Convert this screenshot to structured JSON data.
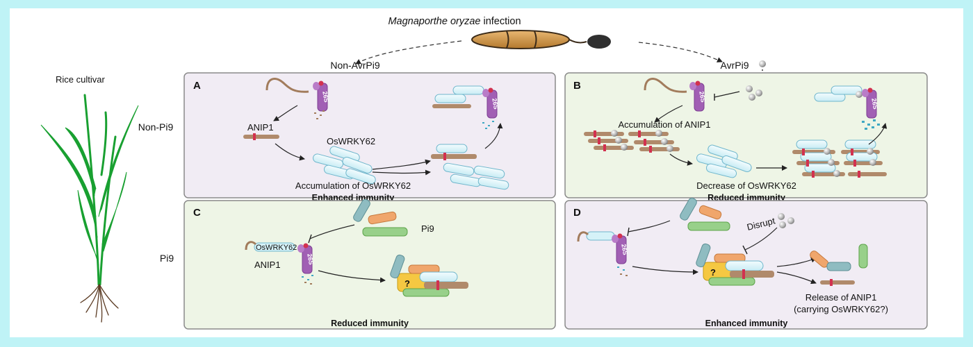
{
  "header": {
    "infection_italic": "Magnaporthe oryzae",
    "infection_rest": " infection",
    "branch_left": "Non-AvrPi9",
    "branch_right": "AvrPi9"
  },
  "plant": {
    "label": "Rice cultivar"
  },
  "rows": {
    "top": "Non-Pi9",
    "bottom": "Pi9"
  },
  "panels": {
    "A": {
      "letter": "A",
      "anip": "ANIP1",
      "wrky": "OsWRKY62",
      "note": "Accumulation of OsWRKY62",
      "result": "Enhanced immunity"
    },
    "B": {
      "letter": "B",
      "note_top": "Accumulation of ANIP1",
      "note": "Decrease of OsWRKY62",
      "result": "Reduced immunity"
    },
    "C": {
      "letter": "C",
      "pi9": "Pi9",
      "wrky": "OsWRKY62",
      "anip": "ANIP1",
      "result": "Reduced immunity"
    },
    "D": {
      "letter": "D",
      "disrupt": "Disrupt",
      "release1": "Release of ANIP1",
      "release2": "(carrying OsWRKY62?)",
      "result": "Enhanced immunity"
    }
  },
  "proteasome_label": "26S",
  "unknown_mark": "?",
  "colors": {
    "panel_purple": "#f1ecf4",
    "panel_green": "#eef5e6",
    "wrky_fill": "#d5f2f8",
    "wrky_stroke": "#6fb6cc",
    "anip_fill": "#b08a6b",
    "proteasome": "#a15fb4",
    "pi9_orange": "#f0a66c",
    "pi9_green": "#98d08a",
    "pi9_teal": "#8fbcc1",
    "plant_green": "#19a031"
  }
}
